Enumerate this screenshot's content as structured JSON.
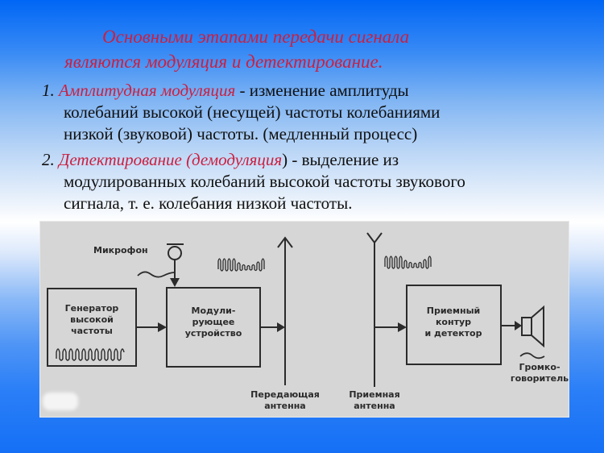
{
  "slide": {
    "title": {
      "line1": "Основными этапами передачи сигнала",
      "line2": "являются модуляция и детектирование."
    },
    "items": [
      {
        "number": "1.",
        "term": "Амплитудная модуляция",
        "rest_first_line": " - изменение амплитуды",
        "lines": [
          "колебаний высокой (несущей) частоты колебаниями",
          "низкой (звуковой) частоты. (медленный процесс)"
        ]
      },
      {
        "number": "2.",
        "term": "Детектирование (демодуляция",
        "rest_first_line": ") - выделение из",
        "lines": [
          "модулированных колебаний высокой частоты звукового",
          "сигнала, т. е. колебания низкой частоты."
        ]
      }
    ],
    "colors": {
      "title": "#cc1f3f",
      "body_text": "#101010",
      "bg_top": "#0066f5",
      "bg_mid": "#ffffff",
      "bg_bottom": "#1570f6",
      "diagram_bg": "#d6d6d6"
    }
  },
  "diagram": {
    "labels": {
      "microphone": "Микрофон",
      "generator": [
        "Генератор",
        "высокой",
        "частоты"
      ],
      "modulator": [
        "Модули-",
        "рующее",
        "устройство"
      ],
      "receiver": [
        "Приемный",
        "контур",
        "и  детектор"
      ],
      "speaker": [
        "Громко-",
        "говоритель"
      ],
      "tx_antenna": [
        "Передающая",
        "антенна"
      ],
      "rx_antenna": [
        "Приемная",
        "антенна"
      ]
    }
  }
}
